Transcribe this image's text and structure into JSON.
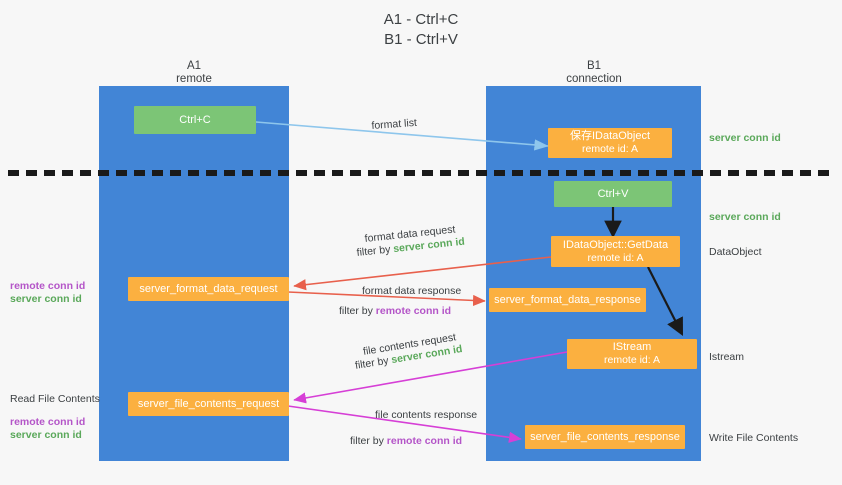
{
  "title": {
    "line1": "A1 - Ctrl+C",
    "line2": "B1 - Ctrl+V"
  },
  "colors": {
    "lane": "#4285d6",
    "green_node": "#7cc576",
    "orange_node": "#fbb040",
    "server_conn_id": "#5aa85a",
    "remote_conn_id": "#b455c8",
    "arrow_light_blue": "#8ec6ec",
    "arrow_red": "#e8604c",
    "arrow_magenta": "#d63fd6",
    "arrow_black": "#1a1a1a",
    "background": "#f7f7f7"
  },
  "lanes": [
    {
      "id": "a1",
      "title_line1": "A1",
      "title_line2": "remote"
    },
    {
      "id": "b1",
      "title_line1": "B1",
      "title_line2": "connection"
    }
  ],
  "nodes": [
    {
      "id": "ctrl-c",
      "line1": "Ctrl+C",
      "line2": "",
      "color": "green"
    },
    {
      "id": "save-idataobject",
      "line1": "保存IDataObject",
      "line2": "remote id: A",
      "color": "orange"
    },
    {
      "id": "ctrl-v",
      "line1": "Ctrl+V",
      "line2": "",
      "color": "green"
    },
    {
      "id": "idataobject-getdata",
      "line1": "IDataObject::GetData",
      "line2": "remote id: A",
      "color": "orange"
    },
    {
      "id": "server-format-data-request",
      "line1": "server_format_data_request",
      "line2": "",
      "color": "orange"
    },
    {
      "id": "server-format-data-response",
      "line1": "server_format_data_response",
      "line2": "",
      "color": "orange"
    },
    {
      "id": "istream",
      "line1": "IStream",
      "line2": "remote id: A",
      "color": "orange"
    },
    {
      "id": "server-file-contents-request",
      "line1": "server_file_contents_request",
      "line2": "",
      "color": "orange"
    },
    {
      "id": "server-file-contents-response",
      "line1": "server_file_contents_response",
      "line2": "",
      "color": "orange"
    }
  ],
  "edge_labels": {
    "format_list": "format list",
    "format_data_request": "format data request",
    "format_data_request_filter_prefix": "filter by ",
    "format_data_request_filter_id": "server conn id",
    "format_data_response": "format data response",
    "format_data_response_filter_prefix": "filter by ",
    "format_data_response_filter_id": "remote conn id",
    "file_contents_request": "file contents request",
    "file_contents_request_filter_prefix": "filter by ",
    "file_contents_request_filter_id": "server conn id",
    "file_contents_response": "file contents response",
    "file_contents_response_filter_prefix": "filter by ",
    "file_contents_response_filter_id": "remote conn id"
  },
  "right_labels": {
    "server_conn_id_top": "server conn id",
    "server_conn_id_second": "server conn id",
    "dataobject": "DataObject",
    "istream": "Istream",
    "write_file_contents": "Write File Contents"
  },
  "left_labels": {
    "remote_conn_id_1": "remote conn id",
    "server_conn_id_1": "server conn id",
    "read_file_contents": "Read File Contents",
    "remote_conn_id_2": "remote conn id",
    "server_conn_id_2": "server conn id"
  }
}
